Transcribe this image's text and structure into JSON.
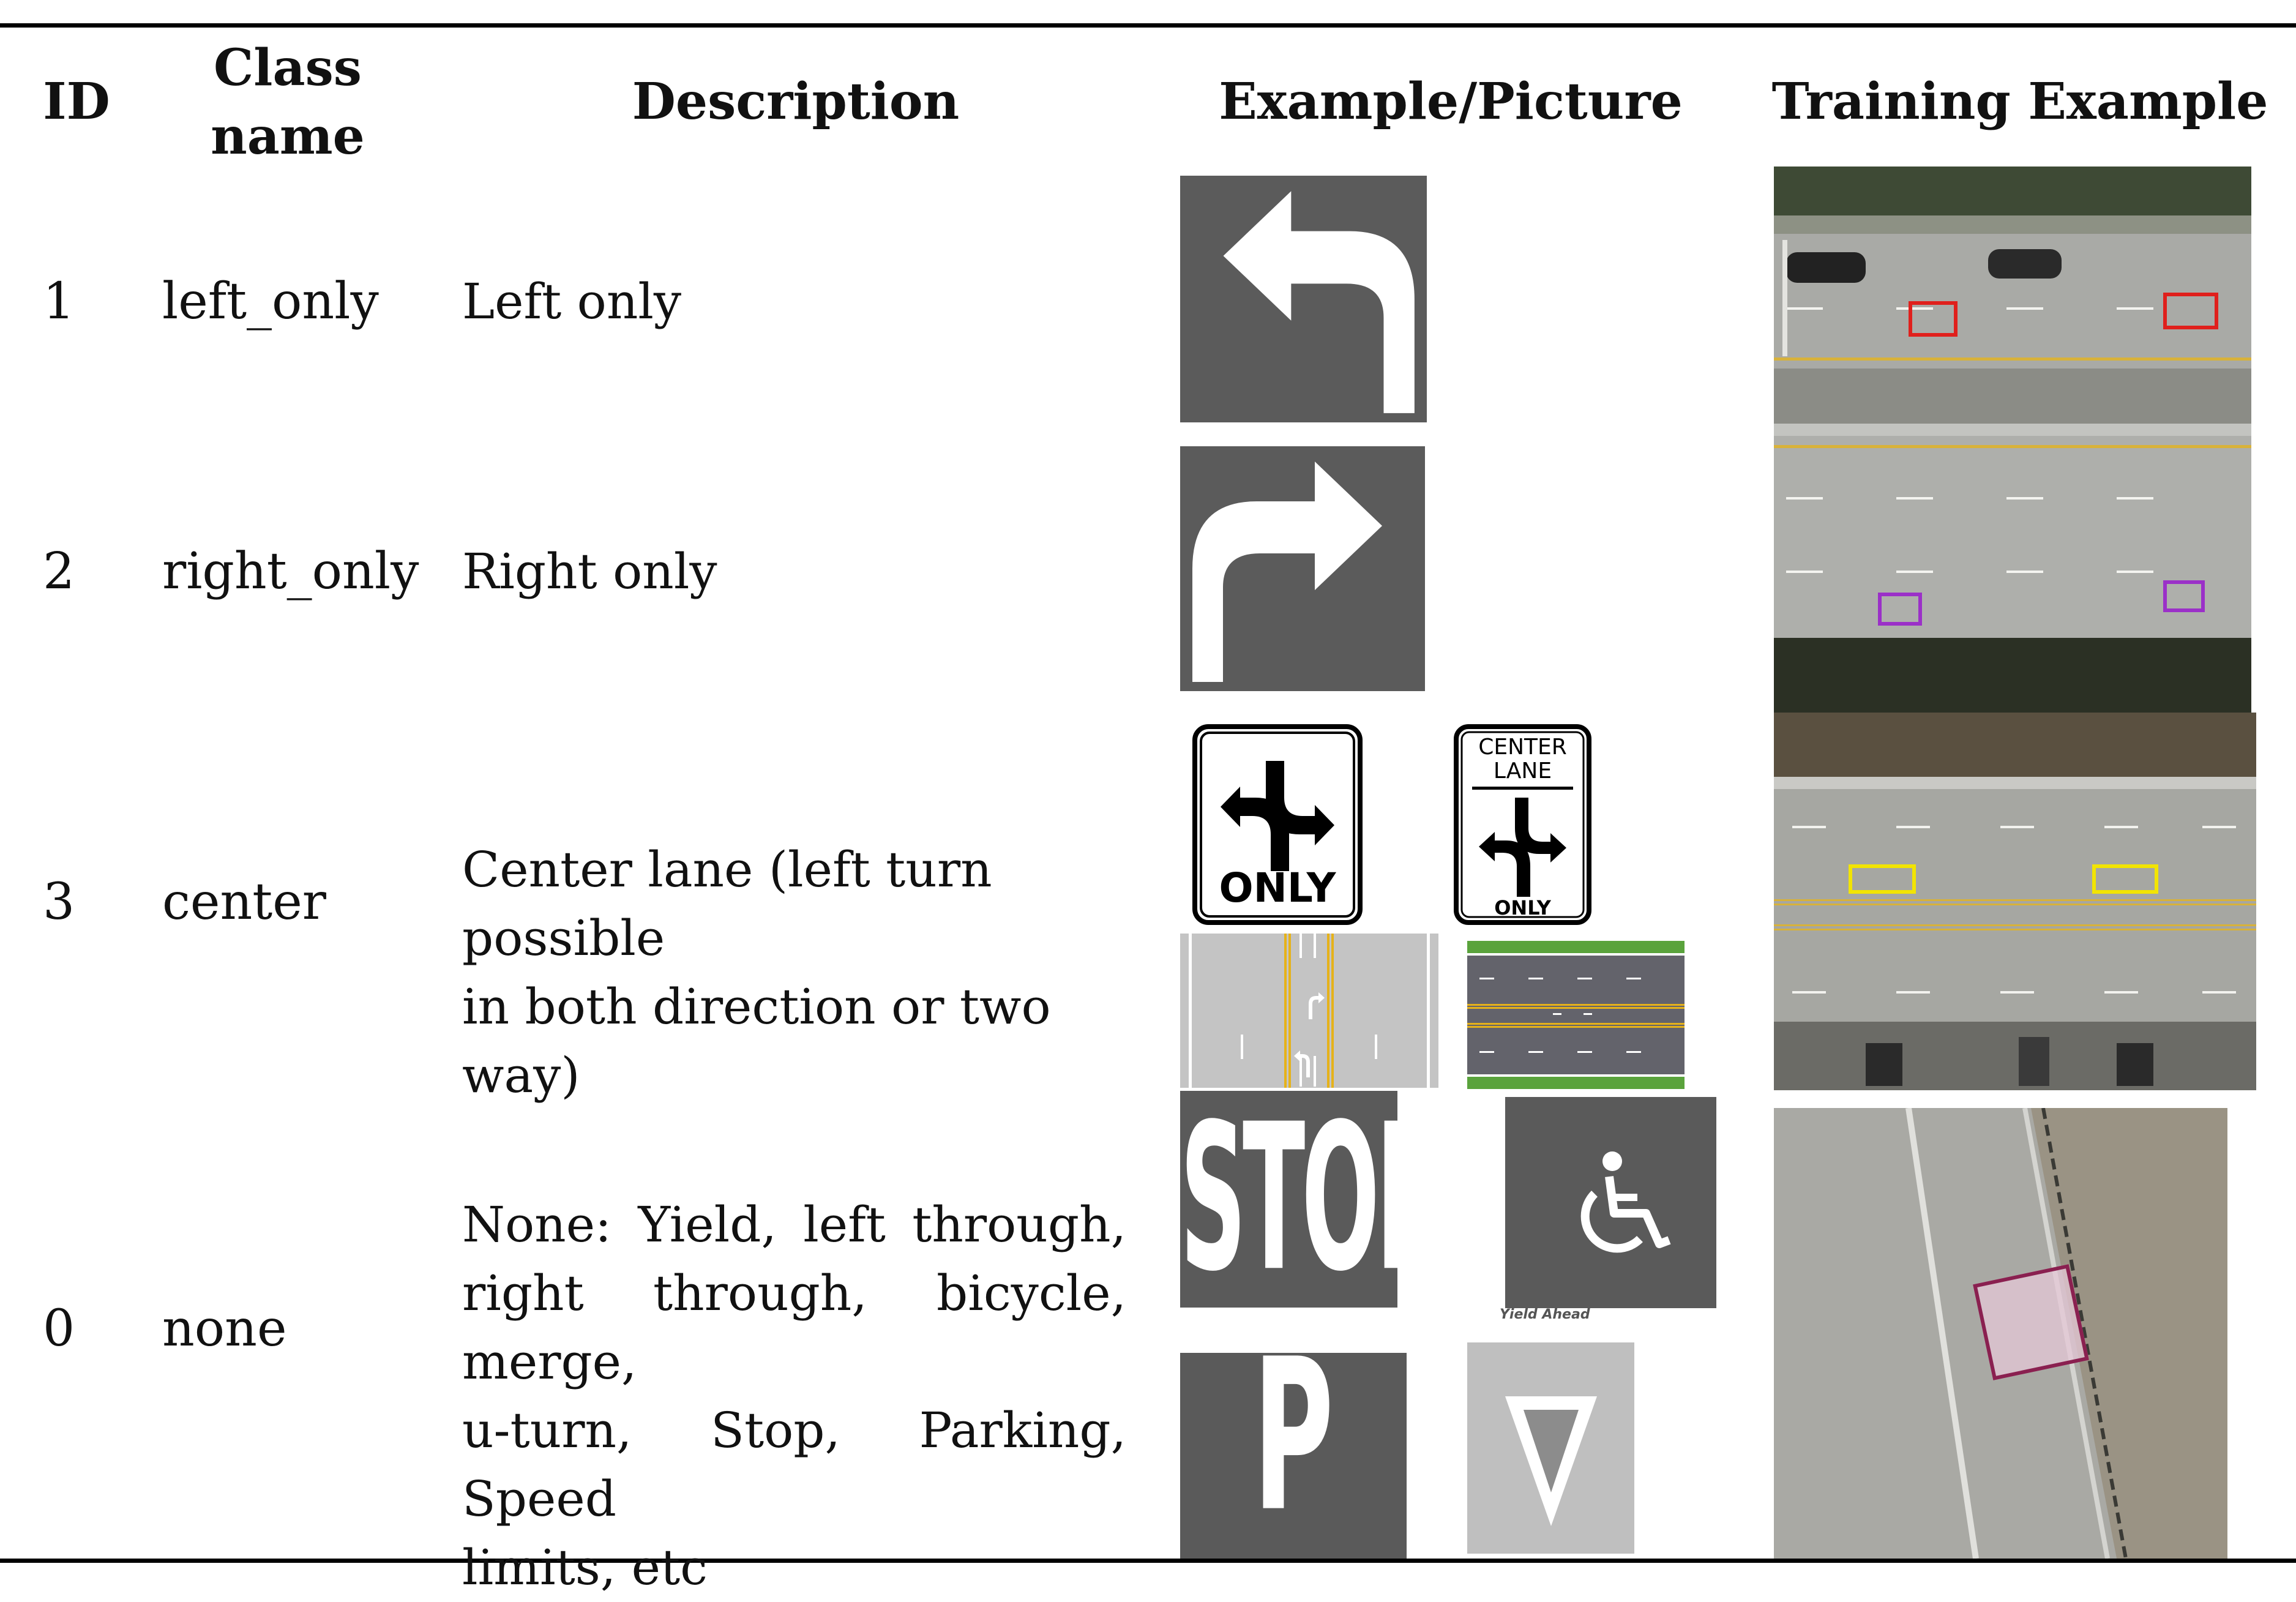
{
  "headers": {
    "id": "ID",
    "class_name_1": "Class",
    "class_name_2": "name",
    "description": "Description",
    "example": "Example/Picture",
    "training": "Training Example"
  },
  "rows": [
    {
      "id": "1",
      "class_name": "left_only",
      "description": "Left only"
    },
    {
      "id": "2",
      "class_name": "right_only",
      "description": "Right only"
    },
    {
      "id": "3",
      "class_name": "center",
      "description_lines": [
        "Center lane (left turn possible",
        "in both direction or two way)"
      ]
    },
    {
      "id": "0",
      "class_name": "none",
      "description_lines": [
        "None:  Yield,  left  through,",
        "right through, bicycle, merge,",
        "u-turn,  Stop,  Parking,  Speed",
        "limits, etc"
      ]
    }
  ],
  "sign_texts": {
    "only": "ONLY",
    "center": "CENTER",
    "lane": "LANE",
    "only_small": "ONLY",
    "stop": "STOP",
    "parking": "P",
    "yield_ahead": "Yield Ahead"
  },
  "colors": {
    "asphalt": "#5c5c5c",
    "marking": "#ffffff",
    "box_left": "#e0201c",
    "box_right": "#9b30c8",
    "box_center": "#f2e400",
    "box_none": "#8a2050"
  }
}
